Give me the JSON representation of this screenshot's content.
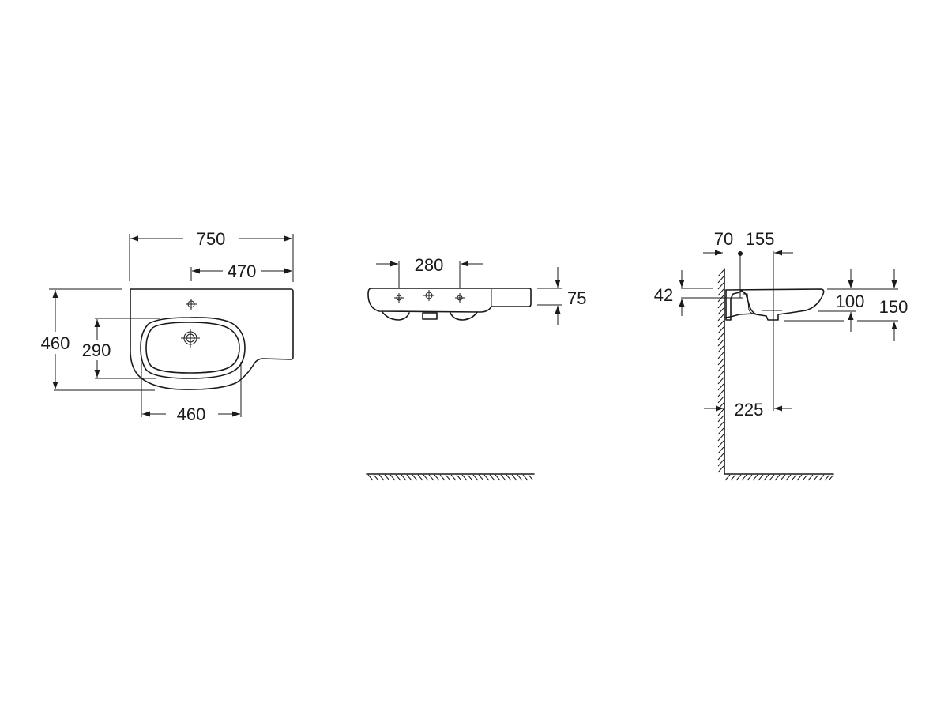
{
  "drawing": {
    "subject": "wall-hung basin with side shelf",
    "units": "mm",
    "stroke_color": "#1a1a1a",
    "background": "#ffffff"
  },
  "plan_view": {
    "overall_width": "750",
    "tap_to_right_edge": "470",
    "overall_depth": "460",
    "bowl_depth": "290",
    "bowl_width": "460"
  },
  "front_view": {
    "tap_hole_spacing": "280",
    "rim_height": "75"
  },
  "side_view": {
    "wall_to_fixing": "70",
    "fixing_to_waste": "155",
    "fixing_height": "42",
    "bowl_depth": "100",
    "overall_height": "150",
    "wall_to_waste_centre": "225"
  }
}
